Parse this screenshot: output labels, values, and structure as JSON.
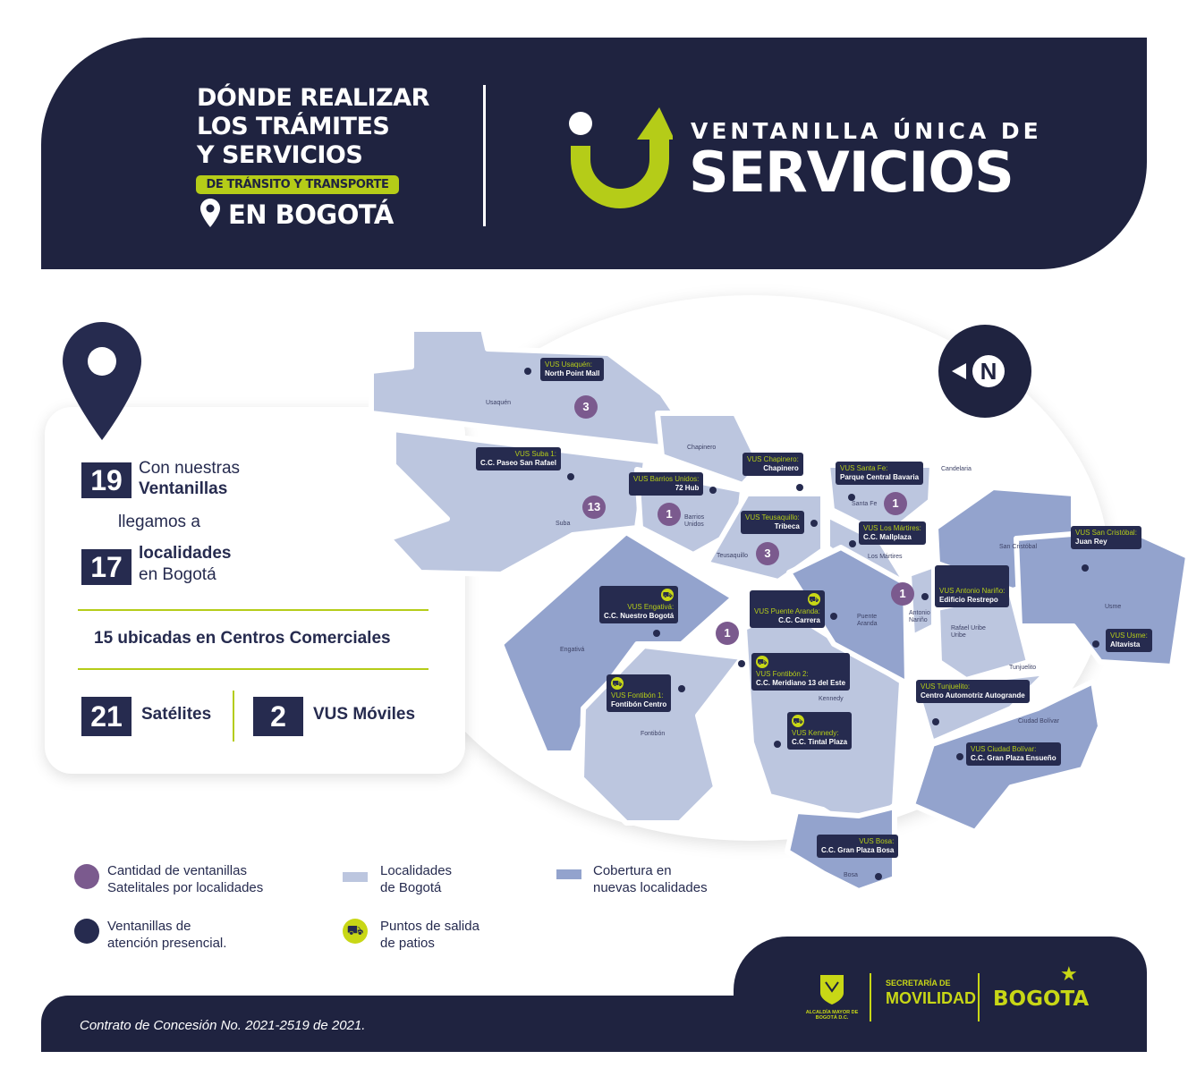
{
  "header": {
    "title_lines": [
      "DÓNDE REALIZAR",
      "LOS TRÁMITES",
      "Y SERVICIOS"
    ],
    "subtitle_pill": "DE TRÁNSITO Y TRANSPORTE",
    "location": "EN BOGOTÁ",
    "brand_top": "VENTANILLA ÚNICA DE",
    "brand_main": "SERVICIOS"
  },
  "stats": {
    "ventanillas_num": "19",
    "ventanillas_l1": "Con nuestras",
    "ventanillas_l2": "Ventanillas",
    "llegamos": "llegamos a",
    "localidades_num": "17",
    "localidades_l1": "localidades",
    "localidades_l2": "en Bogotá",
    "centros": "15 ubicadas en Centros Comerciales",
    "satelites_num": "21",
    "satelites_label": "Satélites",
    "moviles_num": "2",
    "moviles_label": "VUS Móviles"
  },
  "compass": {
    "label": "N"
  },
  "map": {
    "callouts": [
      {
        "l1": "VUS Usaquén:",
        "l2": "North Point Mall"
      },
      {
        "l1": "VUS Suba 1:",
        "l2": "C.C. Paseo San Rafael"
      },
      {
        "l1": "VUS Barrios Unidos:",
        "l2": "72 Hub"
      },
      {
        "l1": "VUS Chapinero:",
        "l2": "Chapinero"
      },
      {
        "l1": "VUS Santa Fe:",
        "l2": "Parque Central Bavaria"
      },
      {
        "l1": "VUS Teusaquillo:",
        "l2": "Tribeca"
      },
      {
        "l1": "VUS Los Mártires:",
        "l2": "C.C. Mallplaza"
      },
      {
        "l1": "VUS San Cristóbal:",
        "l2": "Juan Rey"
      },
      {
        "l1": "VUS Antonio Nariño:",
        "l2": "Edificio Restrepo"
      },
      {
        "l1": "VUS Usme:",
        "l2": "Altavista"
      },
      {
        "l1": "VUS Engativá:",
        "l2": "C.C. Nuestro Bogotá",
        "patio": true
      },
      {
        "l1": "VUS Puente Aranda:",
        "l2": "C.C. Carrera",
        "patio": true
      },
      {
        "l1": "VUS Fontibón 2:",
        "l2": "C.C. Meridiano 13 del Este",
        "patio": true
      },
      {
        "l1": "VUS Fontibón 1:",
        "l2": "Fontibón Centro",
        "patio": true
      },
      {
        "l1": "VUS Tunjuelito:",
        "l2": "Centro Automotriz Autogrande"
      },
      {
        "l1": "VUS Kennedy:",
        "l2": "C.C. Tintal Plaza",
        "patio": true
      },
      {
        "l1": "VUS Ciudad Bolívar:",
        "l2": "C.C. Gran Plaza Ensueño"
      },
      {
        "l1": "VUS Bosa:",
        "l2": "C.C. Gran Plaza Bosa"
      }
    ],
    "counts": [
      {
        "locality": "Usaquén",
        "value": "3"
      },
      {
        "locality": "Suba",
        "value": "13"
      },
      {
        "locality": "Barrios Unidos",
        "value": "1"
      },
      {
        "locality": "Teusaquillo",
        "value": "3"
      },
      {
        "locality": "Santa Fe",
        "value": "1"
      },
      {
        "locality": "Antonio Nariño",
        "value": "1"
      },
      {
        "locality": "Kennedy",
        "value": "1"
      }
    ],
    "districts": [
      "Usaquén",
      "Suba",
      "Chapinero",
      "Barrios Unidos",
      "Teusaquillo",
      "Santa Fe",
      "Candelaria",
      "Los Mártires",
      "San Cristóbal",
      "Antonio Nariño",
      "Puente Aranda",
      "Rafael Uribe Uribe",
      "Usme",
      "Engativá",
      "Kennedy",
      "Tunjuelito",
      "Fontibón",
      "Ciudad Bolívar",
      "Bosa"
    ],
    "colors": {
      "localidades": "#bcc6df",
      "cobertura": "#93a3cd",
      "count": "#7b5a8e",
      "ventanilla": "#262b4f",
      "patio": "#c8d716"
    }
  },
  "legend": {
    "count_l1": "Cantidad de ventanillas",
    "count_l2": "Satelitales por localidades",
    "loc_l1": "Localidades",
    "loc_l2": "de Bogotá",
    "cov_l1": "Cobertura en",
    "cov_l2": "nuevas localidades",
    "vent_l1": "Ventanillas de",
    "vent_l2": "atención presencial.",
    "patio_l1": "Puntos de salida",
    "patio_l2": "de patios"
  },
  "footer": {
    "contract": "Contrato de Concesión No. 2021-2519 de 2021.",
    "logo_alcaldia": "ALCALDÍA MAYOR DE BOGOTÁ D.C.",
    "logo_secretaria_top": "SECRETARÍA DE",
    "logo_secretaria_main": "MOVILIDAD",
    "logo_bogota": "BOGOTA"
  }
}
